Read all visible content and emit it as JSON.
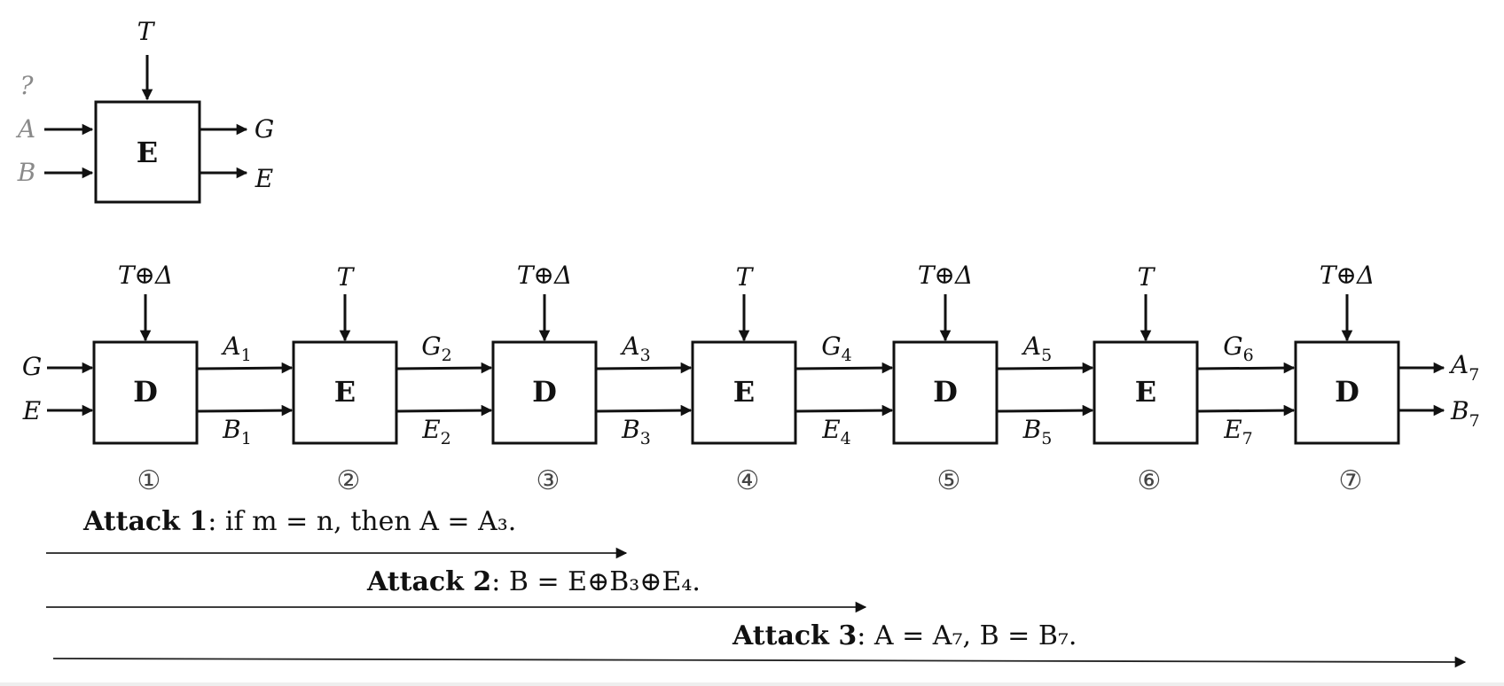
{
  "legend_block": {
    "type": "E",
    "top_input": "T",
    "unknown_mark": "?",
    "inputs": [
      "A",
      "B"
    ],
    "outputs": [
      "G",
      "E"
    ]
  },
  "chain": {
    "inputs": [
      "G",
      "E"
    ],
    "blocks": [
      {
        "step": "①",
        "type": "D",
        "tweak": "T⊕Δ"
      },
      {
        "step": "②",
        "type": "E",
        "tweak": "T"
      },
      {
        "step": "③",
        "type": "D",
        "tweak": "T⊕Δ"
      },
      {
        "step": "④",
        "type": "E",
        "tweak": "T"
      },
      {
        "step": "⑤",
        "type": "D",
        "tweak": "T⊕Δ"
      },
      {
        "step": "⑥",
        "type": "E",
        "tweak": "T"
      },
      {
        "step": "⑦",
        "type": "D",
        "tweak": "T⊕Δ"
      }
    ],
    "links": [
      {
        "top": "A",
        "top_sub": "1",
        "bottom": "B",
        "bottom_sub": "1"
      },
      {
        "top": "G",
        "top_sub": "2",
        "bottom": "E",
        "bottom_sub": "2"
      },
      {
        "top": "A",
        "top_sub": "3",
        "bottom": "B",
        "bottom_sub": "3"
      },
      {
        "top": "G",
        "top_sub": "4",
        "bottom": "E",
        "bottom_sub": "4"
      },
      {
        "top": "A",
        "top_sub": "5",
        "bottom": "B",
        "bottom_sub": "5"
      },
      {
        "top": "G",
        "top_sub": "6",
        "bottom": "E",
        "bottom_sub": "7"
      }
    ],
    "outputs": [
      {
        "name": "A",
        "sub": "7"
      },
      {
        "name": "B",
        "sub": "7"
      }
    ]
  },
  "attacks": [
    {
      "title": "Attack 1",
      "text": ":  if m = n,  then A = A₃.",
      "reaches_step": 3
    },
    {
      "title": "Attack 2",
      "text": ": B = E⊕B₃⊕E₄.",
      "reaches_step": 4
    },
    {
      "title": "Attack 3",
      "text": ": A = A₇, B = B₇.",
      "reaches_step": 7
    }
  ]
}
